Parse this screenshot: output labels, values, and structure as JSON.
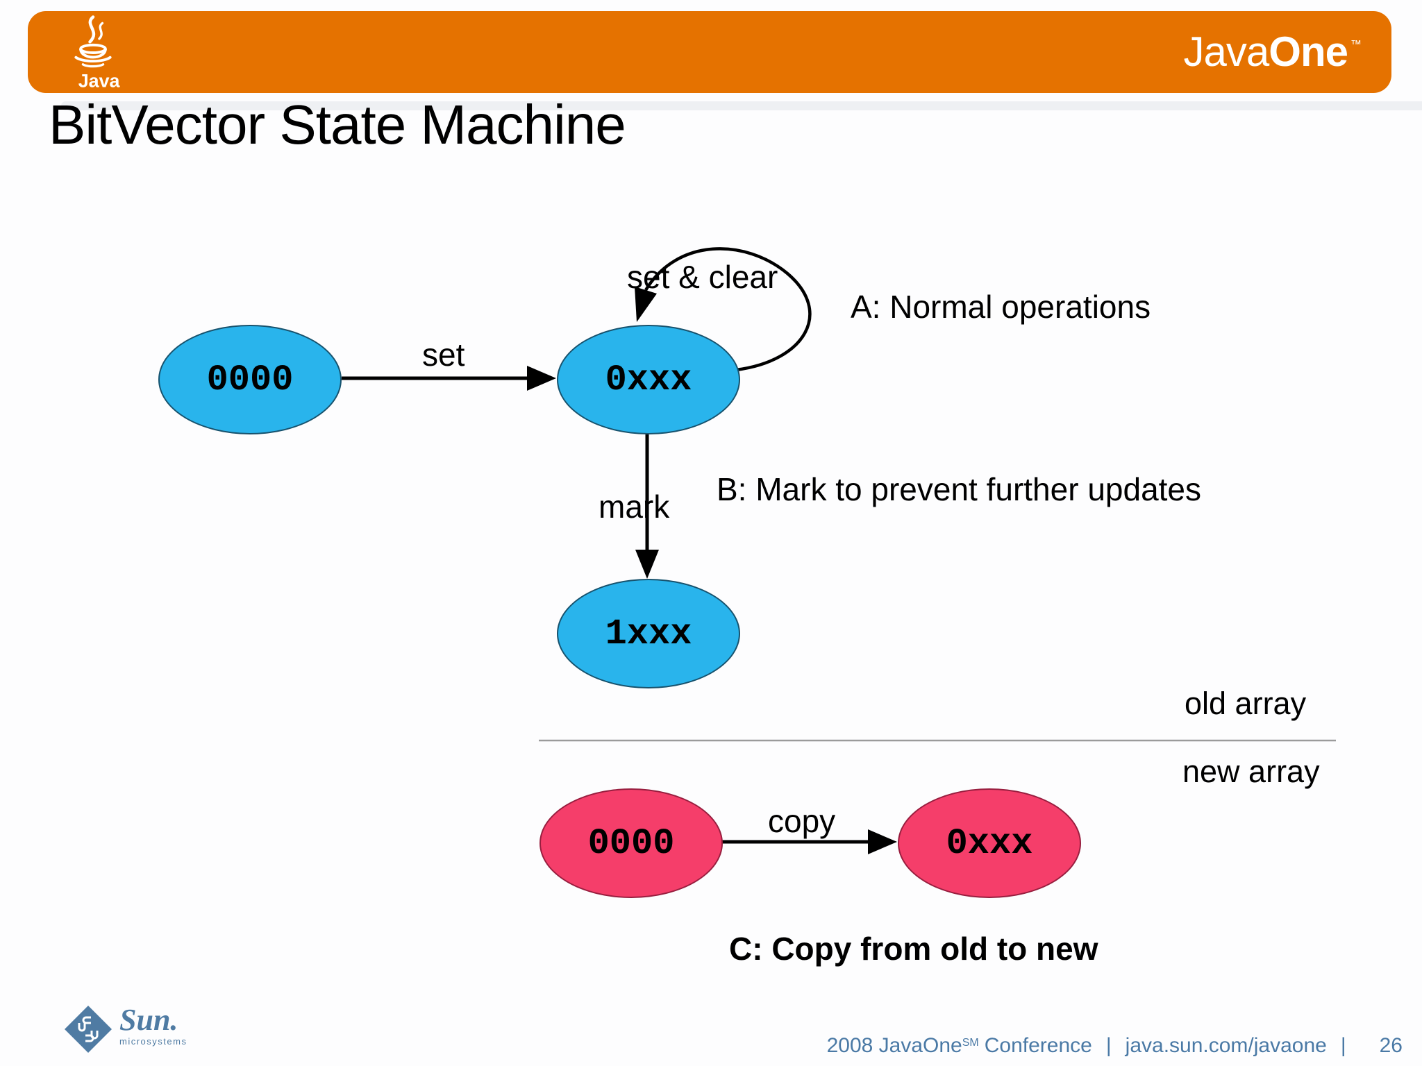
{
  "header": {
    "bar_color": "#e57200",
    "brand_java": "Java",
    "brand_one": "One",
    "trademark": "™",
    "java_word": "Java"
  },
  "slide": {
    "title": "BitVector State Machine"
  },
  "diagram": {
    "colors": {
      "node_blue": "#29b4ec",
      "node_pink": "#f53e6a"
    },
    "nodes": [
      {
        "id": "old-0000",
        "label": "0000"
      },
      {
        "id": "old-0xxx",
        "label": "0xxx"
      },
      {
        "id": "old-1xxx",
        "label": "1xxx"
      },
      {
        "id": "new-0000",
        "label": "0000"
      },
      {
        "id": "new-0xxx",
        "label": "0xxx"
      }
    ],
    "edge_labels": {
      "set": "set",
      "set_clear": "set & clear",
      "mark": "mark",
      "copy": "copy"
    },
    "annotations": {
      "a": "A: Normal operations",
      "b": "B: Mark to prevent further updates",
      "c": "C: Copy from old to new"
    },
    "regions": {
      "old": "old array",
      "new": "new array"
    }
  },
  "footer": {
    "sun_word": "Sun.",
    "sun_sub": "microsystems",
    "left": "2008 JavaOne",
    "sm": "SM",
    "mid": "Conference",
    "sep1": "|",
    "url": "java.sun.com/javaone",
    "sep2": "|",
    "page": "26"
  }
}
